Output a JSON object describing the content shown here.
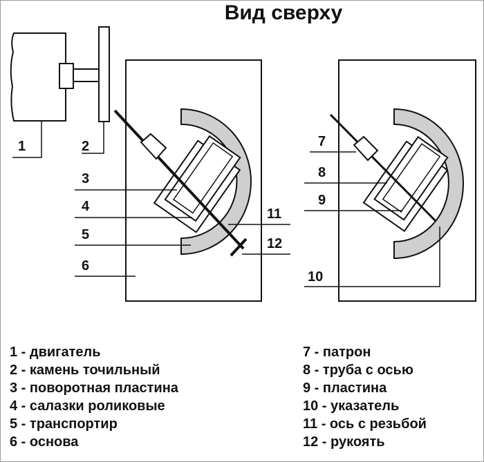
{
  "title": "Вид сверху",
  "labels": [
    "1",
    "2",
    "3",
    "4",
    "5",
    "6",
    "7",
    "8",
    "9",
    "10",
    "11",
    "12"
  ],
  "legend_left": [
    "1 - двигатель",
    "2 - камень точильный",
    "3 - поворотная пластина",
    "4 - салазки роликовые",
    "5 - транспортир",
    "6 - основа"
  ],
  "legend_right": [
    "7 - патрон",
    "8 - труба с осью",
    "9 - пластина",
    "10 - указатель",
    "11 - ось с резьбой",
    "12 - рукоять"
  ]
}
